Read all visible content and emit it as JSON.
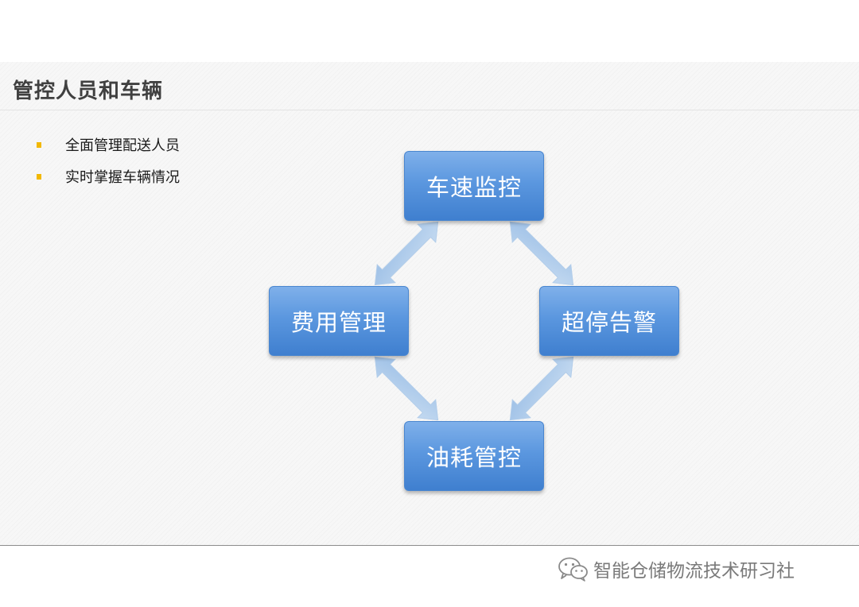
{
  "slide": {
    "title": "管控人员和车辆",
    "bullets": [
      "全面管理配送人员",
      "实时掌握车辆情况"
    ],
    "bullet_color": "#f2b800"
  },
  "diagram": {
    "nodes": {
      "top": "车速监控",
      "right": "超停告警",
      "bottom": "油耗管控",
      "left": "费用管理"
    },
    "node_color": "#5b97df",
    "connectors": "double-headed arrows between adjacent nodes"
  },
  "footer": {
    "icon": "wechat-icon",
    "text": "智能仓储物流技术研习社"
  }
}
